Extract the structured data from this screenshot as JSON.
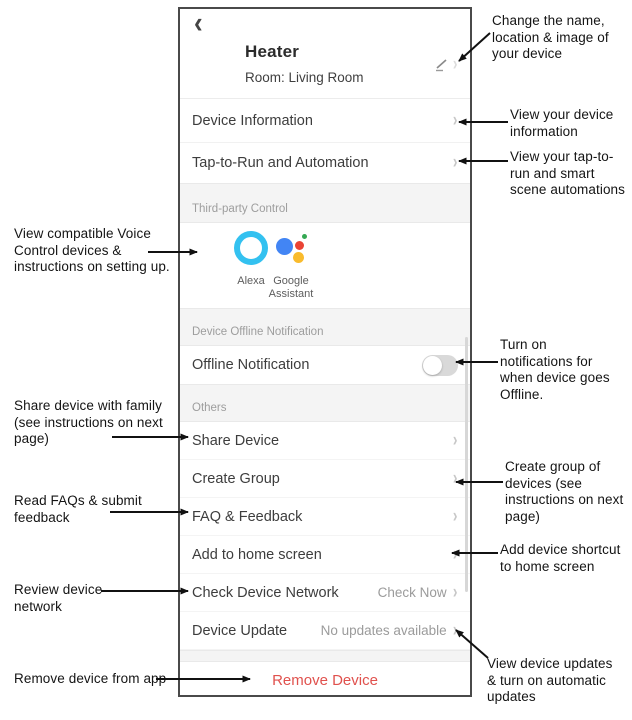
{
  "colors": {
    "remove_red": "#e0514d",
    "alexa_cyan": "#33c1f0",
    "google_blue": "#4285f4",
    "google_red": "#ea4335",
    "google_yellow": "#f9bb2d",
    "google_green": "#34a853"
  },
  "icons": {
    "back": "‹",
    "chevron": "›"
  },
  "phone": {
    "header": {
      "title": "Heater",
      "room": "Room: Living Room"
    },
    "nav_rows": [
      {
        "label": "Device Information"
      },
      {
        "label": "Tap-to-Run and Automation"
      }
    ],
    "third_party": {
      "header": "Third-party Control",
      "items": [
        {
          "label": "Alexa"
        },
        {
          "label": "Google Assistant"
        }
      ]
    },
    "offline": {
      "header": "Device Offline Notification",
      "row_label": "Offline Notification",
      "toggle_state": "off"
    },
    "others": {
      "header": "Others",
      "rows": [
        {
          "label": "Share Device",
          "value": ""
        },
        {
          "label": "Create Group",
          "value": ""
        },
        {
          "label": "FAQ & Feedback",
          "value": ""
        },
        {
          "label": "Add to home screen",
          "value": ""
        },
        {
          "label": "Check Device Network",
          "value": "Check Now"
        },
        {
          "label": "Device Update",
          "value": "No updates available"
        }
      ]
    },
    "remove_label": "Remove Device"
  },
  "annotations": {
    "left": [
      {
        "text": "View compatible Voice\nControl devices &\ninstructions on setting up."
      },
      {
        "text": "Share device with family\n(see instructions on next\npage)"
      },
      {
        "text": "Read FAQs & submit\nfeedback"
      },
      {
        "text": "Review device\nnetwork"
      },
      {
        "text": "Remove device from app"
      }
    ],
    "right": [
      {
        "text": "Change the name,\nlocation & image of\nyour device"
      },
      {
        "text": "View your device\ninformation"
      },
      {
        "text": "View your tap-to-\nrun and smart\nscene automations"
      },
      {
        "text": "Turn on\nnotifications for\nwhen device goes\nOffline."
      },
      {
        "text": "Create group of\ndevices (see\ninstructions on next\npage)"
      },
      {
        "text": "Add device shortcut\nto home screen"
      },
      {
        "text": "View device updates\n& turn on automatic\nupdates"
      }
    ]
  }
}
